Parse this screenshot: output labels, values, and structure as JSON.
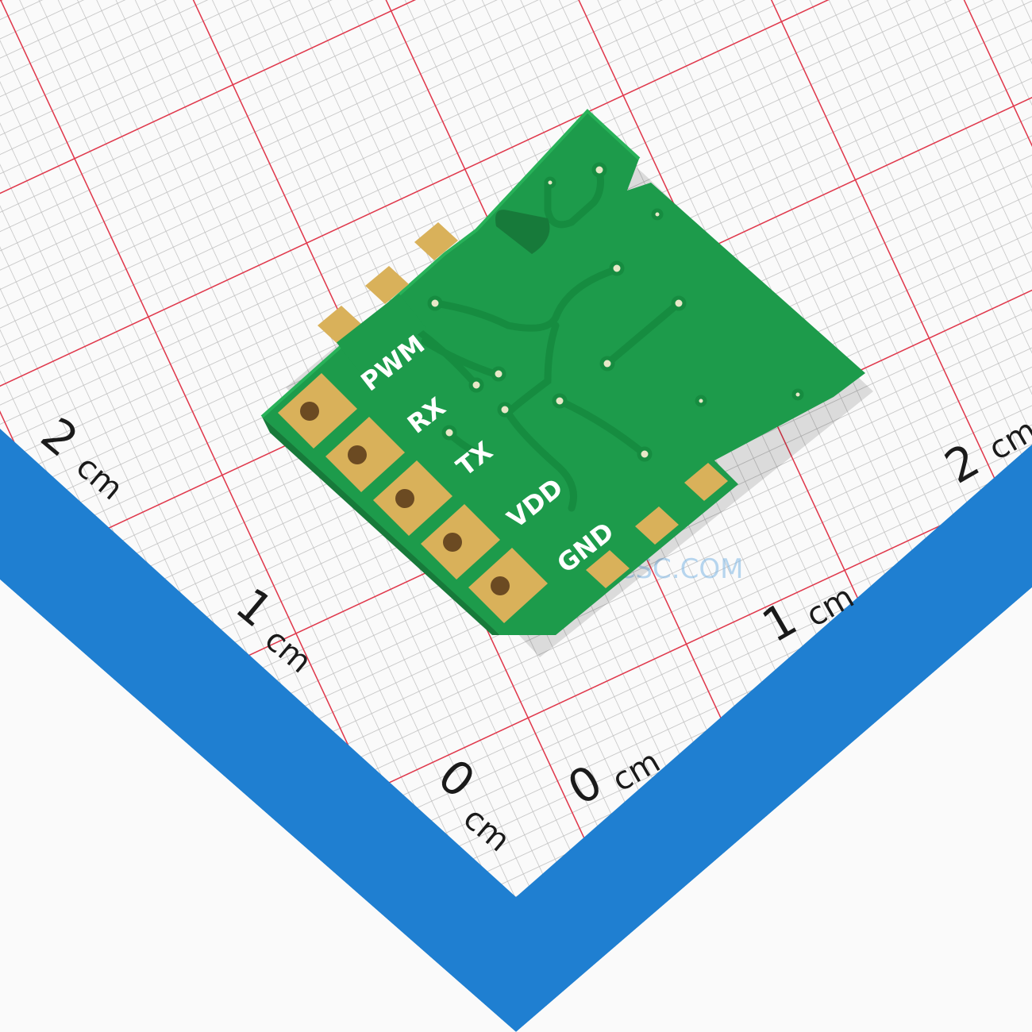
{
  "ruler": {
    "left_2": "2",
    "left_2_unit": "cm",
    "left_1": "1",
    "left_1_unit": "cm",
    "left_0": "0",
    "left_0_unit": "cm",
    "right_0": "0",
    "right_0_unit": "cm",
    "right_1": "1",
    "right_1_unit": "cm",
    "right_2": "2",
    "right_2_unit": "cm"
  },
  "board": {
    "silk_pwm": "PWM",
    "silk_rx": "RX",
    "silk_tx": "TX",
    "silk_vdd": "VDD",
    "silk_gnd": "GND"
  },
  "watermark": {
    "url": "WWW.LCSC.COM"
  },
  "colors": {
    "grid_fine": "#bdbdbd",
    "grid_major": "#e2374b",
    "ruler_blue": "#1f7fd1",
    "pcb_green": "#1d9b4b",
    "pcb_trace": "#168c40",
    "gold_pad": "#d9b15a"
  }
}
